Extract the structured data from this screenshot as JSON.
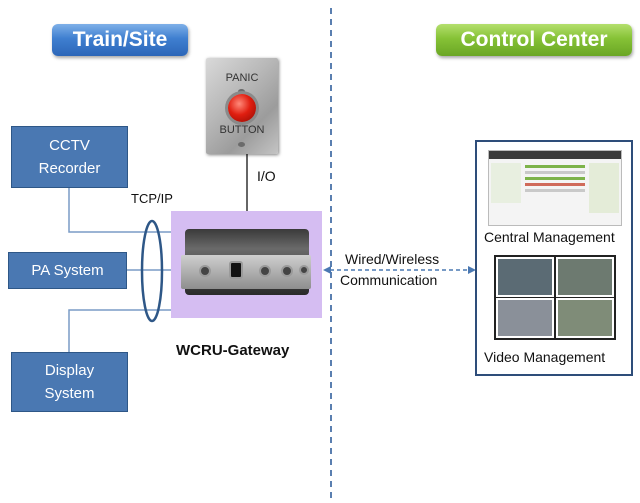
{
  "sections": {
    "left": "Train/Site",
    "right": "Control Center"
  },
  "colors": {
    "blue_box": "#4a78b2",
    "header_blue": "#3f7fd0",
    "header_green": "#86c236",
    "gateway_bg": "#d5bdf2",
    "divider": "#5a7fb0"
  },
  "devices": {
    "cctv": "CCTV\nRecorder",
    "pa": "PA System",
    "display": "Display\nSystem"
  },
  "panic": {
    "top": "PANIC",
    "bottom": "BUTTON"
  },
  "labels": {
    "io": "I/O",
    "tcpip": "TCP/IP",
    "gateway": "WCRU-Gateway",
    "link_line1": "Wired/Wireless",
    "link_line2": "Communication",
    "central": "Central Management",
    "video": "Video Management"
  }
}
